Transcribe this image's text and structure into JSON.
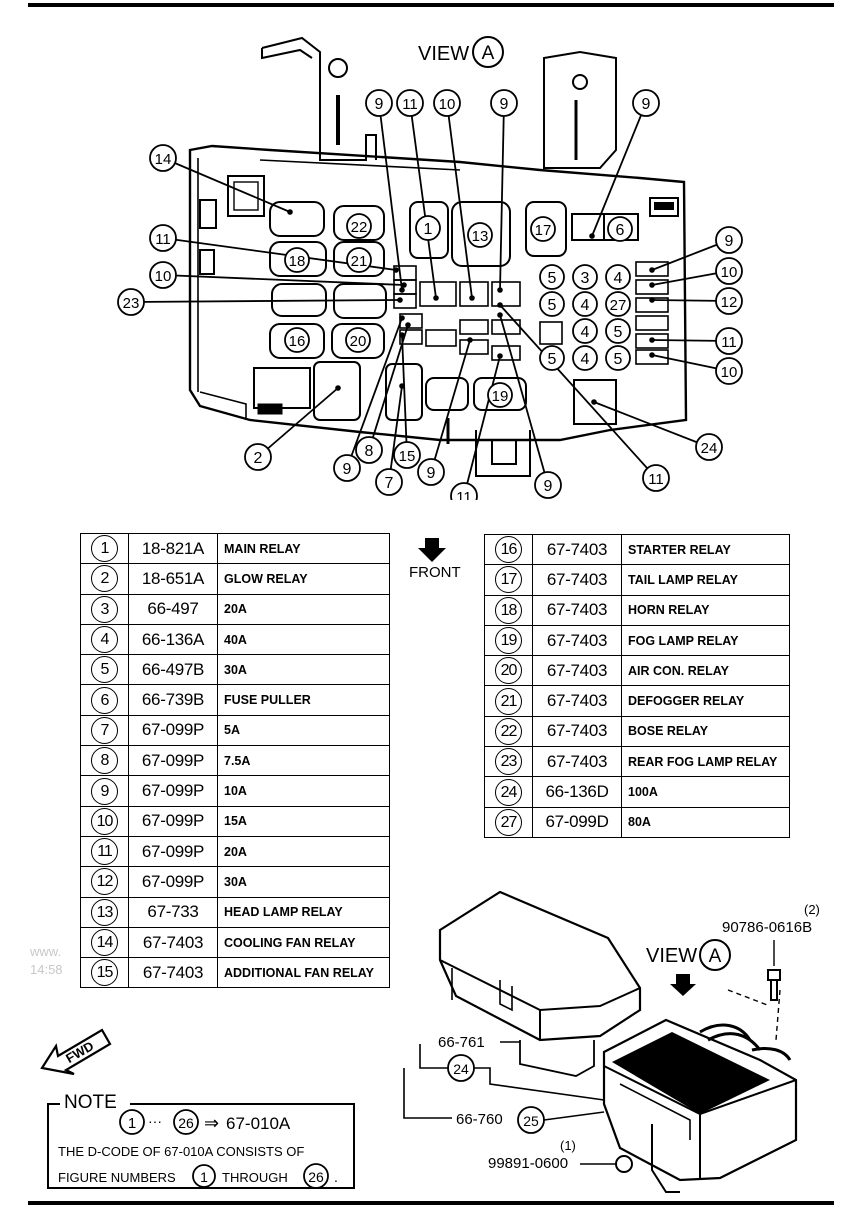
{
  "view_title": "VIEW",
  "view_letter": "A",
  "front_label": "FRONT",
  "fwd_label": "FWD",
  "callouts": {
    "top": [
      "9",
      "11",
      "10",
      "9",
      "9"
    ],
    "left": [
      "14",
      "11",
      "10",
      "23"
    ],
    "right": [
      "9",
      "10",
      "12",
      "11",
      "10"
    ],
    "bottom": [
      "2",
      "8",
      "9",
      "7",
      "15",
      "9",
      "11",
      "9",
      "11",
      "24"
    ],
    "inside": [
      "1",
      "13",
      "17",
      "6",
      "22",
      "18",
      "21",
      "16",
      "20",
      "19",
      "5",
      "3",
      "4",
      "5",
      "4",
      "27",
      "4",
      "5",
      "5",
      "4",
      "5"
    ]
  },
  "parts_left": [
    {
      "no": "1",
      "code": "18-821A",
      "desc": "MAIN  RELAY"
    },
    {
      "no": "2",
      "code": "18-651A",
      "desc": "GLOW RELAY"
    },
    {
      "no": "3",
      "code": "66-497",
      "desc": "20A"
    },
    {
      "no": "4",
      "code": "66-136A",
      "desc": "40A"
    },
    {
      "no": "5",
      "code": "66-497B",
      "desc": "30A"
    },
    {
      "no": "6",
      "code": "66-739B",
      "desc": "FUSE PULLER"
    },
    {
      "no": "7",
      "code": "67-099P",
      "desc": "5A"
    },
    {
      "no": "8",
      "code": "67-099P",
      "desc": "7.5A"
    },
    {
      "no": "9",
      "code": "67-099P",
      "desc": "10A"
    },
    {
      "no": "10",
      "code": "67-099P",
      "desc": "15A"
    },
    {
      "no": "11",
      "code": "67-099P",
      "desc": "20A"
    },
    {
      "no": "12",
      "code": "67-099P",
      "desc": "30A"
    },
    {
      "no": "13",
      "code": "67-733",
      "desc": "HEAD LAMP RELAY"
    },
    {
      "no": "14",
      "code": "67-7403",
      "desc": "COOLING FAN RELAY"
    },
    {
      "no": "15",
      "code": "67-7403",
      "desc": "ADDITIONAL FAN RELAY"
    }
  ],
  "parts_right": [
    {
      "no": "16",
      "code": "67-7403",
      "desc": "STARTER RELAY"
    },
    {
      "no": "17",
      "code": "67-7403",
      "desc": "TAIL LAMP RELAY"
    },
    {
      "no": "18",
      "code": "67-7403",
      "desc": "HORN RELAY"
    },
    {
      "no": "19",
      "code": "67-7403",
      "desc": "FOG LAMP RELAY"
    },
    {
      "no": "20",
      "code": "67-7403",
      "desc": "AIR CON. RELAY"
    },
    {
      "no": "21",
      "code": "67-7403",
      "desc": "DEFOGGER RELAY"
    },
    {
      "no": "22",
      "code": "67-7403",
      "desc": "BOSE RELAY"
    },
    {
      "no": "23",
      "code": "67-7403",
      "desc": "REAR FOG LAMP RELAY"
    },
    {
      "no": "24",
      "code": "66-136D",
      "desc": "100A"
    },
    {
      "no": "27",
      "code": "67-099D",
      "desc": "80A"
    }
  ],
  "bottom_parts": {
    "bolt_qty": "(2)",
    "bolt_code": "90786-0616B",
    "cover_code": "66-761",
    "cover_item": "24",
    "box_code": "66-760",
    "box_item": "25",
    "nut_qty": "(1)",
    "nut_code": "99891-0600"
  },
  "note": {
    "title": "NOTE",
    "range_from": "1",
    "range_dots": "···",
    "range_to": "26",
    "arrow": "⇒",
    "target_code": "67-010A",
    "line2": "THE D-CODE OF 67-010A  CONSISTS OF",
    "line3_a": "FIGURE NUMBERS",
    "line3_from": "1",
    "line3_b": "THROUGH",
    "line3_to": "26",
    "line3_end": "."
  },
  "watermark_lines": [
    "www.",
    "14:58"
  ],
  "colors": {
    "ink": "#000000",
    "paper": "#ffffff",
    "watermark": "#c8c8c8"
  }
}
